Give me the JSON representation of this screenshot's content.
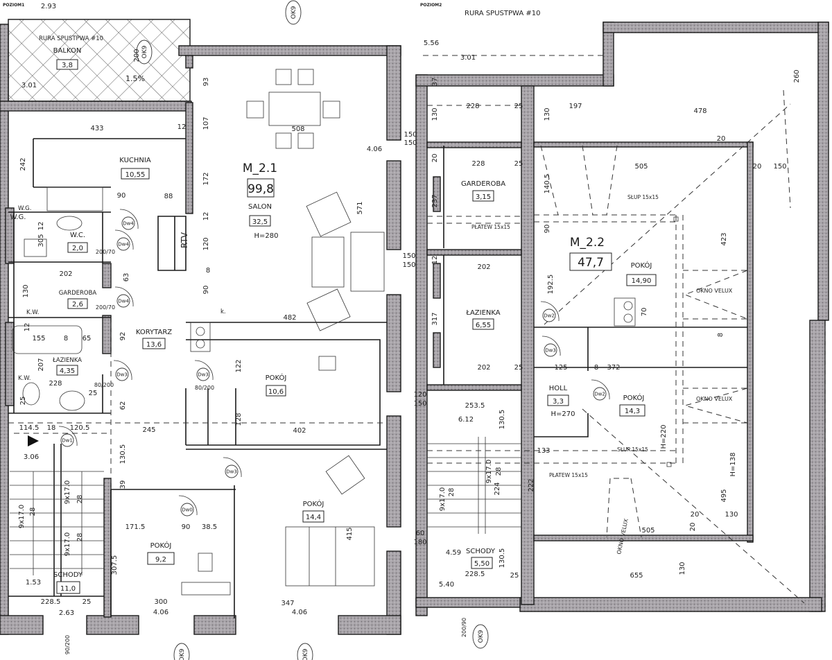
{
  "left_plan": {
    "level_label": "POZIOM1",
    "unit": "M_2.1",
    "unit_area": "99,8",
    "salon_height": "H=280",
    "drain_pipe": "RURA SPUSTPWA #10",
    "slope": "1.5%",
    "rtv": "RTV",
    "kitchen_mark": "k.",
    "wg": "W.G.",
    "kw": [
      "K.W.",
      "K.W."
    ],
    "rooms": [
      {
        "name": "BALKON",
        "area": "3,8"
      },
      {
        "name": "KUCHNIA",
        "area": "10,55"
      },
      {
        "name": "SALON",
        "area": "32,5"
      },
      {
        "name": "W.C.",
        "area": "2,0"
      },
      {
        "name": "GARDEROBA",
        "area": "2,6"
      },
      {
        "name": "KORYTARZ",
        "area": "13,6"
      },
      {
        "name": "ŁAZIENKA",
        "area": "4,35"
      },
      {
        "name": "POKÓJ",
        "area": "10,6"
      },
      {
        "name": "POKÓJ",
        "area": "14,4"
      },
      {
        "name": "POKÓJ",
        "area": "9,2"
      },
      {
        "name": "SCHODY",
        "area": "11,0"
      }
    ]
  },
  "right_plan": {
    "level_label": "POZIOM2",
    "unit": "M_2.2",
    "unit_area": "47,7",
    "hall_height": "H=270",
    "drain_pipe": "RURA SPUSTPWA #10",
    "column": [
      "SŁUP 15x15",
      "SŁUP 15x15"
    ],
    "purlin": [
      "PŁATEW 15x15",
      "PŁATEW 15x15"
    ],
    "skylight": [
      "OKNO VELUX",
      "OKNO VELUX",
      "OKNO VELUX"
    ],
    "rooms": [
      {
        "name": "GARDEROBA",
        "area": "3,15"
      },
      {
        "name": "ŁAZIENKA",
        "area": "6,55"
      },
      {
        "name": "POKÓJ",
        "area": "14,90"
      },
      {
        "name": "HOLL",
        "area": "3,3"
      },
      {
        "name": "POKÓJ",
        "area": "14,3"
      },
      {
        "name": "SCHODY",
        "area": "5,50"
      }
    ]
  },
  "doors": [
    "Dw4",
    "Dw4",
    "Dw4",
    "Dw3",
    "Dw3",
    "Dw1",
    "Dw3",
    "Dw0",
    "Dw2",
    "Dw3",
    "Dw2"
  ],
  "window_marks": [
    "OK9",
    "OK9",
    "OK9",
    "OK9",
    "OK9"
  ],
  "dimensions": [
    "2.93",
    "3.01",
    "433",
    "508",
    "242",
    "90",
    "88",
    "12",
    "107",
    "93",
    "172",
    "12",
    "120",
    "8",
    "90",
    "482",
    "571",
    "150",
    "150",
    "150",
    "150",
    "4.06",
    "W.G.",
    "12",
    "305",
    "202",
    "130",
    "63",
    "155",
    "8",
    "65",
    "92",
    "12",
    "207",
    "228",
    "25",
    "25",
    "62",
    "80/200",
    "200/70",
    "200/70",
    "80/200",
    "122",
    "128",
    "402",
    "245",
    "114.5",
    "18",
    "120.5",
    "130.5",
    "39",
    "171.5",
    "90",
    "38.5",
    "307.5",
    "300",
    "347",
    "228.5",
    "25",
    "3.06",
    "1.53",
    "2.63",
    "4.06",
    "4.06",
    "415",
    "9x17.0",
    "28",
    "9x17.0",
    "28",
    "9x17.0",
    "28",
    "120",
    "150",
    "60",
    "180",
    "200",
    "90/200",
    "5.56",
    "3.01",
    "37",
    "228",
    "25",
    "197",
    "478",
    "130",
    "130",
    "260",
    "20",
    "20",
    "228",
    "25",
    "505",
    "20",
    "150",
    "140.5",
    "237",
    "90",
    "423",
    "12",
    "202",
    "192.5",
    "317",
    "70",
    "202",
    "25",
    "125",
    "8",
    "372",
    "8",
    "253.5",
    "6.12",
    "130.5",
    "495",
    "H=138",
    "H=220",
    "133",
    "222",
    "224",
    "9x17.0",
    "28",
    "9x17.0",
    "28",
    "505",
    "20",
    "130",
    "20",
    "4.59",
    "130.5",
    "228.5",
    "25",
    "655",
    "130",
    "5.40",
    "200/90"
  ]
}
